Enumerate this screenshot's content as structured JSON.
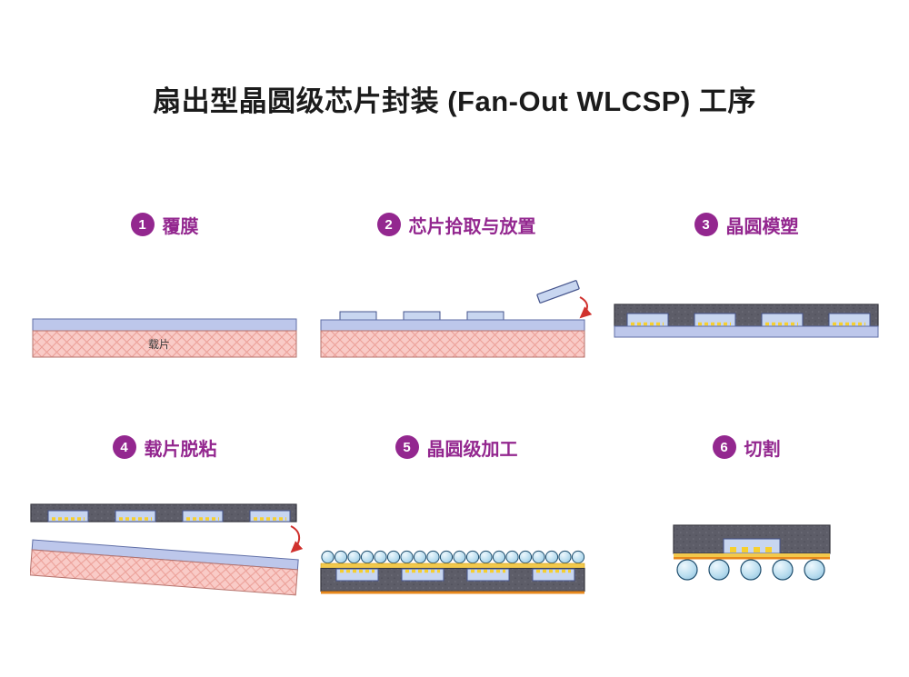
{
  "title": "扇出型晶圆级芯片封装 (Fan-Out WLCSP) 工序",
  "steps": [
    {
      "num": "1",
      "label": "覆膜"
    },
    {
      "num": "2",
      "label": "芯片拾取与放置"
    },
    {
      "num": "3",
      "label": "晶圆模塑"
    },
    {
      "num": "4",
      "label": "载片脱粘"
    },
    {
      "num": "5",
      "label": "晶圆级加工"
    },
    {
      "num": "6",
      "label": "切割"
    }
  ],
  "labels": {
    "carrier": "载片"
  },
  "colors": {
    "accent": "#93278f",
    "title_text": "#1b1b1b",
    "carrier_fill": "#f9cbc7",
    "carrier_grid": "#eb9e96",
    "carrier_border": "#b5736d",
    "film_fill": "#bdc7eb",
    "film_border": "#5f6ea6",
    "mold_fill": "#5d5d68",
    "mold_border": "#35353e",
    "chip_fill": "#c8d6f0",
    "chip_border": "#45548c",
    "pad_yellow": "#f6cf2f",
    "rdl_yellow": "#f2c94c",
    "rdl_orange": "#e8891d",
    "ball_fill": "#b9ddef",
    "ball_border": "#1f4e6e",
    "arrow_red": "#d0312d"
  }
}
